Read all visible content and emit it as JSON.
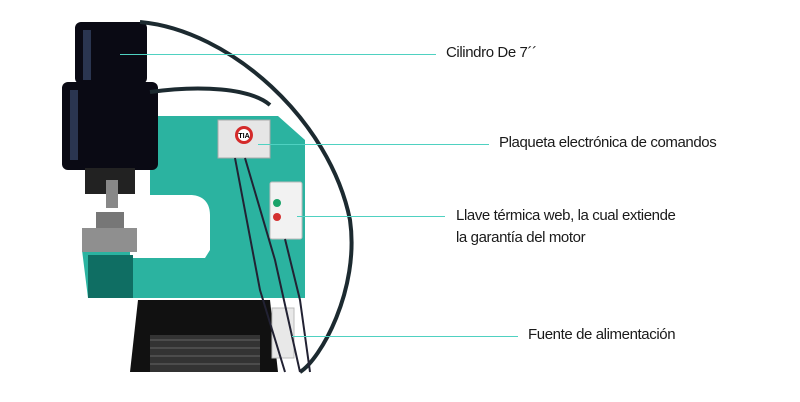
{
  "colors": {
    "accent": "#4fd1c1",
    "frame": "#2bb3a0",
    "text": "#1a1a1a"
  },
  "logo_text": "TIA",
  "callouts": [
    {
      "label": "Cilindro De 7´´"
    },
    {
      "label": "Plaqueta electrónica de comandos"
    },
    {
      "label_line1": "Llave térmica web, la cual extiende",
      "label_line2": "la garantía del motor"
    },
    {
      "label": "Fuente de alimentación"
    }
  ]
}
